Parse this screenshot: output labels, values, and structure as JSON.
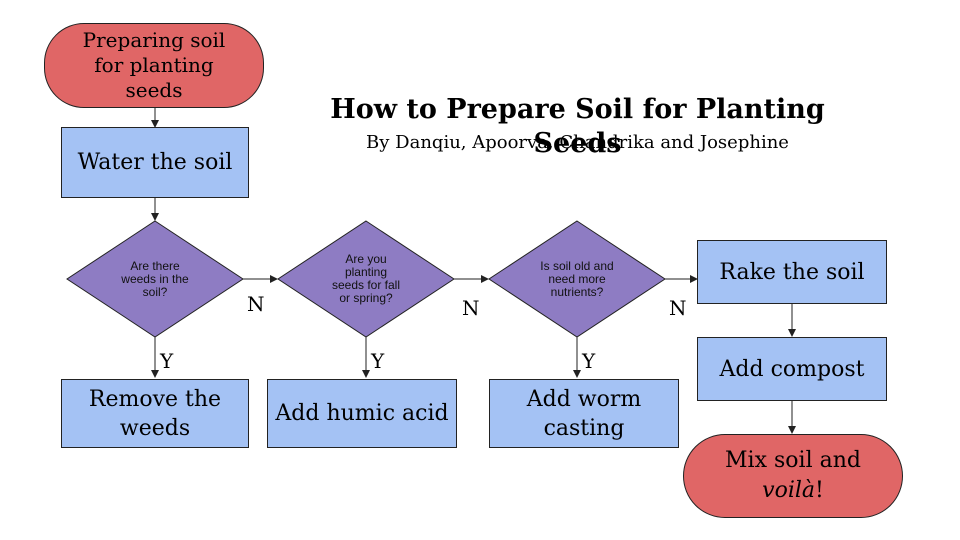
{
  "header": {
    "title": "How to Prepare Soil for Planting Seeds",
    "subtitle": "By Danqiu, Apoorva, Chandrika and Josephine"
  },
  "nodes": {
    "start": "Preparing soil for planting seeds",
    "water": "Water the soil",
    "decision_weeds": "Are there weeds in the soil?",
    "decision_planting": "Are you planting seeds for fall or spring?",
    "decision_nutrients": "Is soil old and need more nutrients?",
    "remove_weeds": "Remove the weeds",
    "add_humic": "Add humic acid",
    "add_worm": "Add worm casting",
    "rake": "Rake the soil",
    "compost": "Add compost",
    "end_prefix": "Mix soil and",
    "end_italic": "voilà",
    "end_suffix": "!"
  },
  "edge_labels": {
    "no_1": "N",
    "no_2": "N",
    "no_3": "N",
    "yes_1": "Y",
    "yes_2": "Y",
    "yes_3": "Y"
  },
  "colors": {
    "terminal": "#e06666",
    "process": "#a4c2f4",
    "decision": "#8e7cc3"
  }
}
